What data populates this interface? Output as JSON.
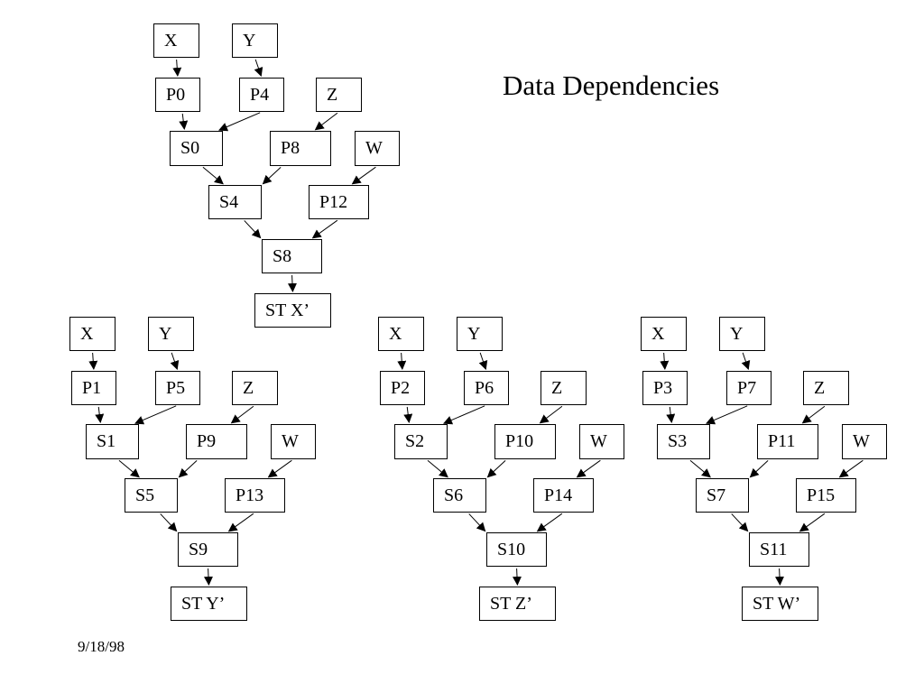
{
  "title": "Data Dependencies",
  "date": "9/18/98",
  "trees": [
    {
      "name": "tree-x",
      "nodes": {
        "inX": "X",
        "inY": "Y",
        "pA": "P0",
        "pB": "P4",
        "inZ": "Z",
        "sA": "S0",
        "pC": "P8",
        "inW": "W",
        "sB": "S4",
        "pD": "P12",
        "sC": "S8",
        "st": "ST X’"
      }
    },
    {
      "name": "tree-y",
      "nodes": {
        "inX": "X",
        "inY": "Y",
        "pA": "P1",
        "pB": "P5",
        "inZ": "Z",
        "sA": "S1",
        "pC": "P9",
        "inW": "W",
        "sB": "S5",
        "pD": "P13",
        "sC": "S9",
        "st": "ST Y’"
      }
    },
    {
      "name": "tree-z",
      "nodes": {
        "inX": "X",
        "inY": "Y",
        "pA": "P2",
        "pB": "P6",
        "inZ": "Z",
        "sA": "S2",
        "pC": "P10",
        "inW": "W",
        "sB": "S6",
        "pD": "P14",
        "sC": "S10",
        "st": "ST Z’"
      }
    },
    {
      "name": "tree-w",
      "nodes": {
        "inX": "X",
        "inY": "Y",
        "pA": "P3",
        "pB": "P7",
        "inZ": "Z",
        "sA": "S3",
        "pC": "P11",
        "inW": "W",
        "sB": "S7",
        "pD": "P15",
        "sC": "S11",
        "st": "ST W’"
      }
    }
  ],
  "edges": [
    [
      "inX",
      "pA"
    ],
    [
      "inY",
      "pB"
    ],
    [
      "pA",
      "sA"
    ],
    [
      "pB",
      "sA"
    ],
    [
      "inZ",
      "pC"
    ],
    [
      "inW",
      "pD"
    ],
    [
      "sA",
      "sB"
    ],
    [
      "pC",
      "sB"
    ],
    [
      "sB",
      "sC"
    ],
    [
      "pD",
      "sC"
    ],
    [
      "sC",
      "st"
    ]
  ]
}
